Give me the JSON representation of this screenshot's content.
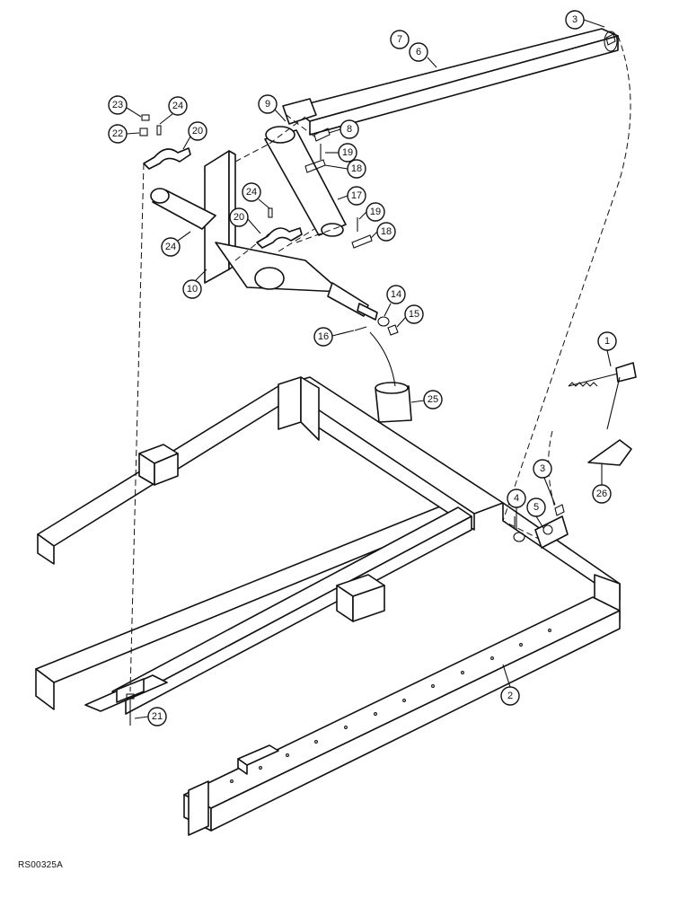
{
  "figure_code": "RS00325A",
  "callouts": [
    "1",
    "2",
    "3",
    "3",
    "4",
    "5",
    "6",
    "7",
    "8",
    "9",
    "10",
    "14",
    "15",
    "16",
    "17",
    "18",
    "18",
    "19",
    "19",
    "20",
    "20",
    "21",
    "22",
    "23",
    "24",
    "24",
    "24",
    "25",
    "26"
  ]
}
